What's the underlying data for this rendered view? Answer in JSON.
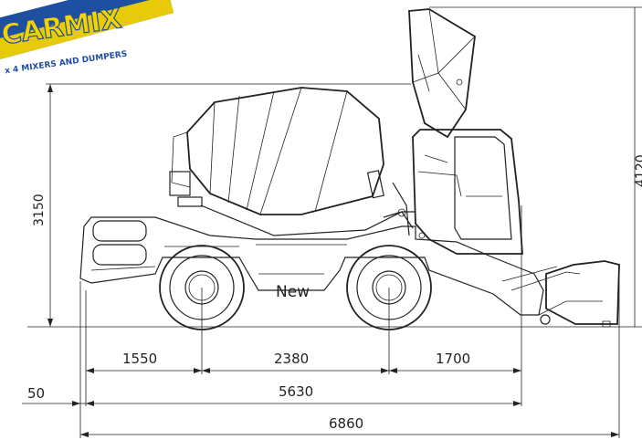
{
  "logo": {
    "brand": "CARMIX",
    "tagline": "x 4 MIXERS AND DUMPERS",
    "brand_color": "#1f4fa0",
    "accent_color": "#f2d200"
  },
  "vehicle": {
    "model_label": "New"
  },
  "dimensions": {
    "overall_height": "3150",
    "max_height": "4120",
    "front_overhang": "1550",
    "wheelbase": "2380",
    "rear_overhang": "1700",
    "offset": "50",
    "length_body": "5630",
    "length_total": "6860"
  }
}
